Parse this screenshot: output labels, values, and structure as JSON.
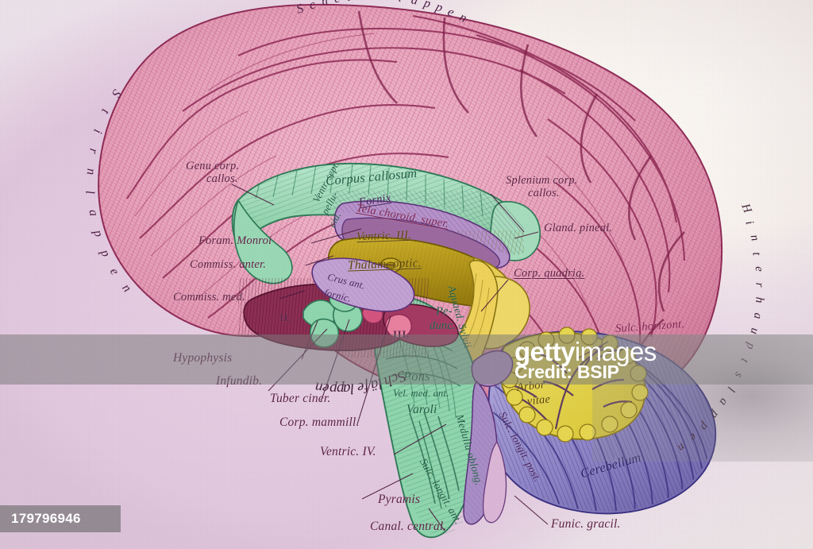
{
  "image": {
    "title": "Sagittal section of the human brain — antique hand-coloured anatomical engraving",
    "background_color": "#e3cae0",
    "paper_highlight_color": "#f9f5f1"
  },
  "watermark": {
    "brand_bold": "getty",
    "brand_light": "images",
    "credit": "Credit: BSIP",
    "asset_id": "179796946"
  },
  "german_lobes": [
    {
      "name": "stirnlappen",
      "text": "Stirnlappen"
    },
    {
      "name": "scheitellappen",
      "text": "Scheitellappen"
    },
    {
      "name": "hinterhauptslappen",
      "text": "Hinterhauptslappen"
    },
    {
      "name": "schlafelappen",
      "text": "Schläfelappen"
    }
  ],
  "labels": [
    {
      "id": "genu-corp-callos",
      "line1": "Genu corp.",
      "line2": "callos."
    },
    {
      "id": "corpus-callosum",
      "line1": "Corpus callosum"
    },
    {
      "id": "splenium-corp-callos",
      "line1": "Splenium corp.",
      "line2": "callos."
    },
    {
      "id": "gland-pineal",
      "line1": "Gland. pineal."
    },
    {
      "id": "corp-quadrig",
      "line1": "Corp. quadrig."
    },
    {
      "id": "ventr-sept-pellucid",
      "line1": "Ventr. sept.",
      "line2": "pellu-",
      "line3": "cid."
    },
    {
      "id": "fornix",
      "line1": "Fornix"
    },
    {
      "id": "tela-choroid-super",
      "line1": "Tela choroid. super."
    },
    {
      "id": "ventric-iii",
      "line1": "Ventric. III."
    },
    {
      "id": "thalam-optic",
      "line1": "Thalam. optic."
    },
    {
      "id": "foram-monroi",
      "line1": "Foram. Monroi"
    },
    {
      "id": "commiss-anter",
      "line1": "Commiss. anter."
    },
    {
      "id": "commiss-med",
      "line1": "Commiss. med."
    },
    {
      "id": "crus-ant-fornic",
      "line1": "Crus ant.",
      "line2": "fornic."
    },
    {
      "id": "aquaed-sylvii",
      "line1": "Aquaed. Sylvii"
    },
    {
      "id": "pedunc",
      "line1": "Pe-",
      "line2": "dunc."
    },
    {
      "id": "pons-varoli",
      "line1": "Pons",
      "line2": "Vel. med. ant.",
      "line3": "Varoli"
    },
    {
      "id": "hypophysis",
      "line1": "Hypophysis"
    },
    {
      "id": "infundib",
      "line1": "Infundib."
    },
    {
      "id": "tuber-ciner",
      "line1": "Tuber ciner."
    },
    {
      "id": "corp-mammill",
      "line1": "Corp. mammill."
    },
    {
      "id": "ventric-iv",
      "line1": "Ventric. IV."
    },
    {
      "id": "pyramis",
      "line1": "Pyramis"
    },
    {
      "id": "canal-central",
      "line1": "Canal. central."
    },
    {
      "id": "medulla-oblong",
      "line1": "Medulla oblong."
    },
    {
      "id": "sulc-longit-ant",
      "line1": "Sulc. longit. ant."
    },
    {
      "id": "sulc-longit-post",
      "line1": "Sulc. longit. post."
    },
    {
      "id": "funic-gracil",
      "line1": "Funic. gracil."
    },
    {
      "id": "arbor-vitae",
      "line1": "Arbor",
      "line2": "vitae"
    },
    {
      "id": "cerebellum",
      "line1": "Cerebellum"
    },
    {
      "id": "sulc-horizont",
      "line1": "Sulc. horizont."
    },
    {
      "id": "nerve-ii",
      "line1": "II."
    },
    {
      "id": "nerve-iii",
      "line1": "III."
    }
  ],
  "palette": {
    "cerebrum_pink": "#e9a6bd",
    "cerebrum_shade": "#a83f6c",
    "corpus_callosum_green": "#9ad9b5",
    "brainstem_green": "#8fd6ae",
    "thalamus_olive": "#b79b16",
    "ventricle_yellow": "#e8cf54",
    "fornix_purple": "#b38fc9",
    "tela_mauve": "#9c6aa0",
    "cerebellum_blue": "#9a93cf",
    "arbor_vitae_yellow": "#e2d24f",
    "temporal_maroon": "#8d2f54",
    "outline_ink": "#5d2346"
  }
}
